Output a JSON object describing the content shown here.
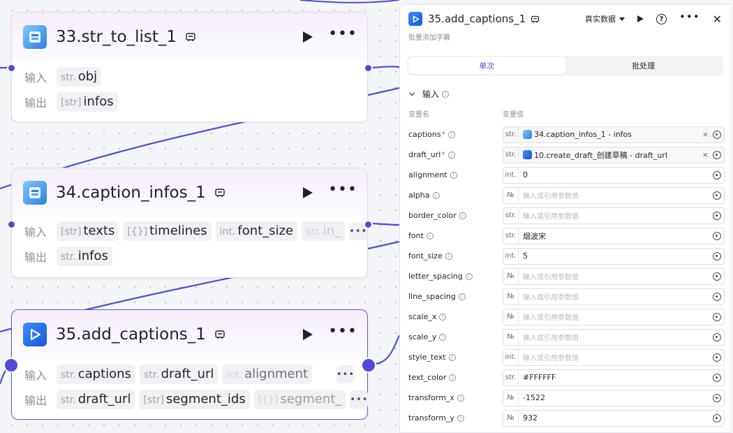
{
  "nodes": [
    {
      "title": "33.str_to_list_1",
      "inputs_label": "输入",
      "outputs_label": "输出",
      "inputs": [
        {
          "type": "str.",
          "name": "obj"
        }
      ],
      "outputs": [
        {
          "type": "[str]",
          "name": "infos"
        }
      ]
    },
    {
      "title": "34.caption_infos_1",
      "inputs_label": "输入",
      "outputs_label": "输出",
      "inputs": [
        {
          "type": "[str]",
          "name": "texts"
        },
        {
          "type": "[{}]",
          "name": "timelines"
        },
        {
          "type": "int.",
          "name": "font_size"
        },
        {
          "type": "str.",
          "name": "in_"
        }
      ],
      "outputs": [
        {
          "type": "str.",
          "name": "infos"
        }
      ]
    },
    {
      "title": "35.add_captions_1",
      "inputs_label": "输入",
      "outputs_label": "输出",
      "inputs": [
        {
          "type": "str.",
          "name": "captions"
        },
        {
          "type": "str.",
          "name": "draft_url"
        },
        {
          "type": "int.",
          "name": "alignment"
        }
      ],
      "outputs": [
        {
          "type": "str.",
          "name": "draft_url"
        },
        {
          "type": "[str]",
          "name": "segment_ids"
        },
        {
          "type": "[{}]",
          "name": "segment_"
        }
      ]
    }
  ],
  "panel": {
    "title": "35.add_captions_1",
    "subtitle": "批量添加字幕",
    "mode": "真实数据",
    "close": "✕",
    "tabs": [
      "单次",
      "批处理"
    ],
    "section": "输入",
    "col_name": "变量名",
    "col_value": "变量值",
    "params": [
      {
        "name": "captions",
        "required": true,
        "type": "str.",
        "ref": true,
        "value": "34.caption_infos_1 - infos",
        "ref_icon": "data-icon"
      },
      {
        "name": "draft_url",
        "required": true,
        "type": "str.",
        "ref": true,
        "value": "10.create_draft_创建草稿 - draft_url",
        "ref_icon": "capcut-icon"
      },
      {
        "name": "alignment",
        "type": "int.",
        "value": "0"
      },
      {
        "name": "alpha",
        "type": "№",
        "placeholder": "输入或引用参数值"
      },
      {
        "name": "border_color",
        "type": "str.",
        "placeholder": "输入或引用参数值"
      },
      {
        "name": "font",
        "type": "str.",
        "value": "烟波宋"
      },
      {
        "name": "font_size",
        "type": "int.",
        "value": "5"
      },
      {
        "name": "letter_spacing",
        "type": "№",
        "placeholder": "输入或引用参数值"
      },
      {
        "name": "line_spacing",
        "type": "№",
        "placeholder": "输入或引用参数值"
      },
      {
        "name": "scale_x",
        "type": "№",
        "placeholder": "输入或引用参数值"
      },
      {
        "name": "scale_y",
        "type": "№",
        "placeholder": "输入或引用参数值"
      },
      {
        "name": "style_text",
        "type": "int.",
        "placeholder": "输入或引用参数值"
      },
      {
        "name": "text_color",
        "type": "str.",
        "value": "#FFFFFF"
      },
      {
        "name": "transform_x",
        "type": "№",
        "value": "-1522"
      },
      {
        "name": "transform_y",
        "type": "№",
        "value": "932"
      }
    ]
  },
  "colors": {
    "accent": "#4f4ad8",
    "edge": "#4f4ad8",
    "required": "#e5484d"
  }
}
